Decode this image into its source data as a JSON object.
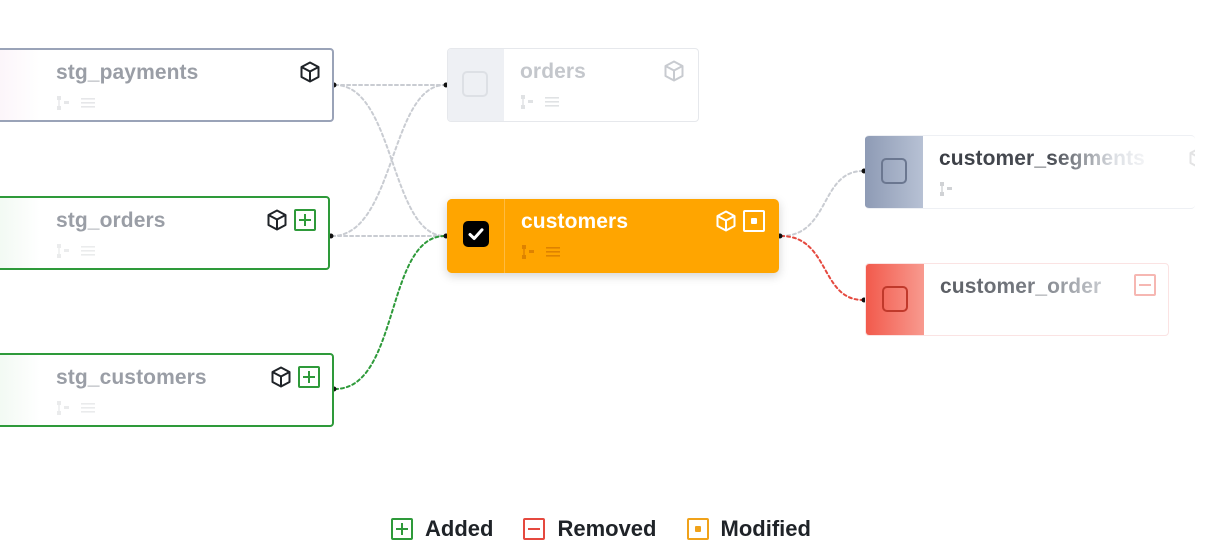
{
  "nodes": {
    "stg_payments": {
      "label": "stg_payments"
    },
    "orders": {
      "label": "orders"
    },
    "stg_orders": {
      "label": "stg_orders"
    },
    "customers": {
      "label": "customers"
    },
    "stg_customers": {
      "label": "stg_customers"
    },
    "customer_segments": {
      "label": "customer_segments"
    },
    "customer_order": {
      "label": "customer_order"
    }
  },
  "legend": {
    "added": "Added",
    "removed": "Removed",
    "modified": "Modified"
  },
  "colors": {
    "added": "#2e9a3a",
    "removed": "#e5493f",
    "modified": "#ffa500",
    "unchanged": "#c9ccd2"
  },
  "icons": [
    "cube-icon",
    "lineage-icon",
    "columns-icon",
    "added-icon",
    "removed-icon",
    "modified-icon",
    "checkbox-icon"
  ]
}
